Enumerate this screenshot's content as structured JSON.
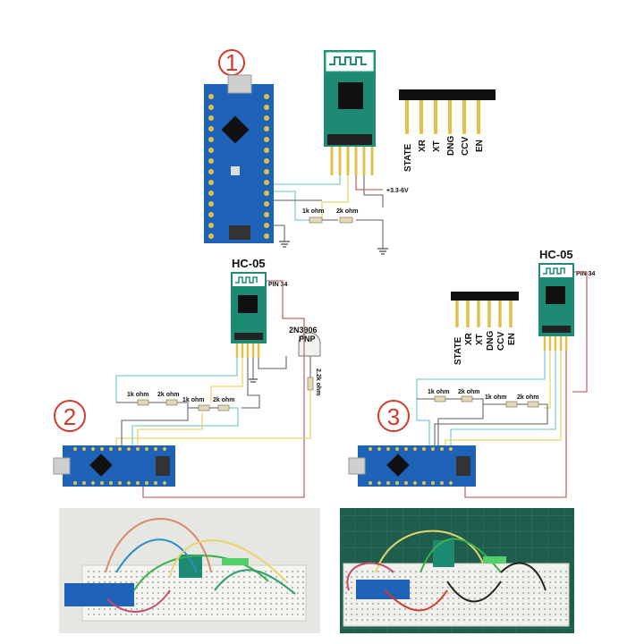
{
  "markers": {
    "one": "1",
    "two": "2",
    "three": "3"
  },
  "module": {
    "name": "HC-05",
    "pin34": "PIN 34"
  },
  "header_pins": [
    "STATE",
    "XR",
    "XT",
    "DNG",
    "CCV",
    "EN"
  ],
  "resistors": {
    "r1": "1k ohm",
    "r2": "2k ohm",
    "r3": "2.2k ohm"
  },
  "power": {
    "label": "+3.3-6V"
  },
  "transistor": {
    "part": "2N3906",
    "type": "PNP"
  },
  "colors": {
    "board_blue": "#1f63b8",
    "module_green": "#1d8b74",
    "marker_red": "#d23a2a",
    "wire_yellow": "#e8d56a",
    "wire_cyan": "#7fcfcf",
    "wire_red": "#c56a6a",
    "wire_gray": "#7d7d7d",
    "photo_left_bg": "#e6e6e2",
    "photo_right_bg": "#1f5e4c"
  }
}
